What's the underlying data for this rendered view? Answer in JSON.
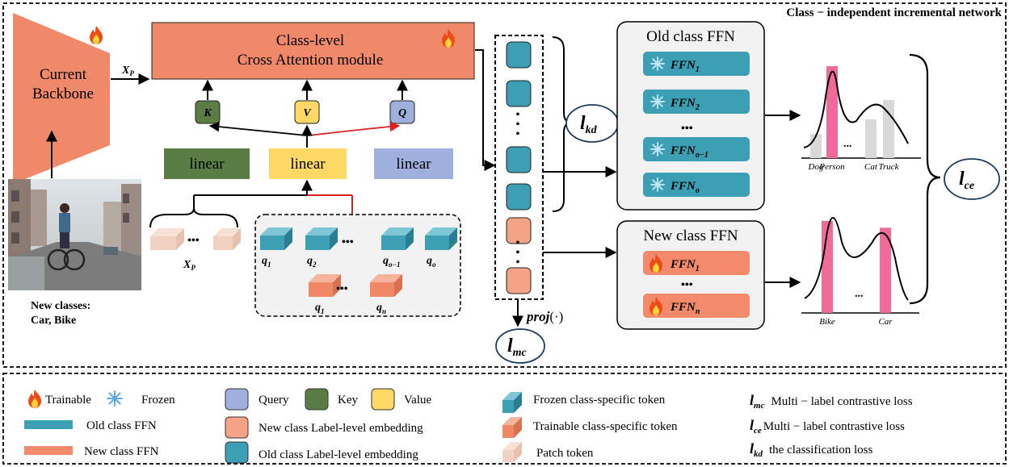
{
  "colors": {
    "backbone": "#f0896a",
    "attention": "#f0896a",
    "key": "#5a7d46",
    "value": "#ffd966",
    "query": "#9fb0dd",
    "old_ffn": "#3c9fb4",
    "new_ffn": "#f38a6c",
    "new_embedding": "#f4a386",
    "old_embedding": "#3c9fb4",
    "bar_highlight": "#f06a9a",
    "bar_grey": "#d9d9d9",
    "red_arrow": "#e02020",
    "group_box_fill": "#f2f2f2"
  },
  "diagram": {
    "network_title": "Class − independent incremental network",
    "backbone": {
      "label_line1": "Current",
      "label_line2": "Backbone",
      "fire": "fire-icon"
    },
    "x_p_label": "X",
    "x_p_sub": "P",
    "image": {
      "caption_line1": "New classes:",
      "caption_line2": "Car, Bike"
    },
    "attention": {
      "line1": "Class-level",
      "line2": "Cross Attention module"
    },
    "kvq": {
      "k": "K",
      "v": "V",
      "q": "Q"
    },
    "linear": {
      "left": "linear",
      "center": "linear",
      "right": "linear"
    },
    "patch_tokens": {
      "ellipsis": "•••",
      "label": "X",
      "label_sub": "P"
    },
    "queries": {
      "old": [
        {
          "base": "q",
          "sub": "1"
        },
        {
          "base": "q",
          "sub": "2"
        },
        {
          "base": "q",
          "sub": "o−1"
        },
        {
          "base": "q",
          "sub": "o"
        }
      ],
      "new": [
        {
          "base": "q",
          "sub": "1"
        },
        {
          "base": "q",
          "sub": "n"
        }
      ],
      "ellipsis": "•••"
    },
    "embedding_column": {
      "ellipsis": "•\n•\n•"
    },
    "proj_label": "proj",
    "proj_args": "(·)",
    "losses": {
      "kd": {
        "base": "l",
        "sub": "kd"
      },
      "mc": {
        "base": "l",
        "sub": "mc"
      },
      "ce": {
        "base": "l",
        "sub": "ce"
      }
    },
    "old_ffn_group": {
      "title": "Old class FFN",
      "items": [
        {
          "base": "FFN",
          "sub": "1"
        },
        {
          "base": "FFN",
          "sub": "2"
        },
        {
          "base": "FFN",
          "sub": "o−1"
        },
        {
          "base": "FFN",
          "sub": "o"
        }
      ],
      "ellipsis": "•••"
    },
    "new_ffn_group": {
      "title": "New class FFN",
      "items": [
        {
          "base": "FFN",
          "sub": "1"
        },
        {
          "base": "FFN",
          "sub": "n"
        }
      ],
      "ellipsis": "•••"
    },
    "old_dist": {
      "labels": [
        "Dog",
        "Person",
        "Cat",
        "Truck"
      ],
      "ellipsis": "...",
      "bars": [
        0.25,
        0.95,
        0.4,
        0.6
      ],
      "highlight": [
        false,
        true,
        false,
        false
      ]
    },
    "new_dist": {
      "labels": [
        "Bike",
        "Car"
      ],
      "ellipsis": "...",
      "bars": [
        0.95,
        0.88
      ],
      "highlight": [
        true,
        true
      ]
    }
  },
  "legend": {
    "trainable": "Trainable",
    "frozen": "Frozen",
    "old_ffn": "Old class FFN",
    "new_ffn": "New class FFN",
    "query": "Query",
    "key": "Key",
    "value": "Value",
    "new_embedding": "New class Label-level embedding",
    "old_embedding": "Old class Label-level embedding",
    "frozen_token": "Frozen class-specific token",
    "trainable_token": "Trainable class-specific token",
    "patch_token": "Patch token",
    "loss_mc": {
      "base": "l",
      "sub": "mc",
      "text": "Multi − label contrastive loss"
    },
    "loss_ce": {
      "base": "l",
      "sub": "ce",
      "text": "Multi − label contrastive loss"
    },
    "loss_kd": {
      "base": "l",
      "sub": "kd",
      "text": "the classification loss"
    }
  }
}
